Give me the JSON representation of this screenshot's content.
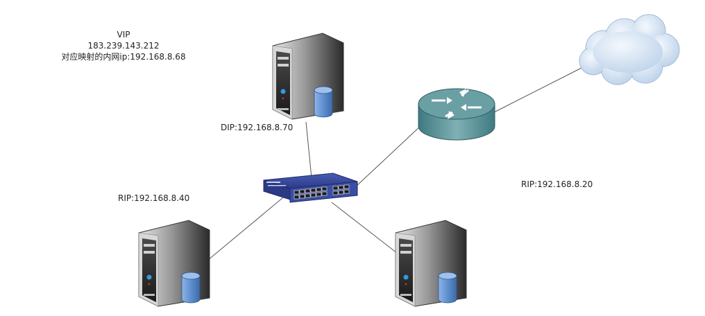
{
  "labels": {
    "vip_title": "VIP",
    "vip_address": "183.239.143.212",
    "vip_mapping": "对应映射的内网ip:192.168.8.68",
    "dip": "DIP:192.168.8.70",
    "rip_left": "RIP:192.168.8.40",
    "rip_right": "RIP:192.168.8.20"
  },
  "nodes": {
    "top_server_icon": "server-with-database-icon",
    "left_server_icon": "server-with-database-icon",
    "right_server_icon": "server-with-database-icon",
    "switch_icon": "network-switch-icon",
    "router_icon": "router-icon",
    "cloud_icon": "cloud-icon"
  },
  "colors": {
    "line": "#555555",
    "switch_blue": "#2f3f8f",
    "router_teal": "#4f8a8f",
    "cloud": "#cfe0f2",
    "db_blue": "#5f8fcf"
  }
}
